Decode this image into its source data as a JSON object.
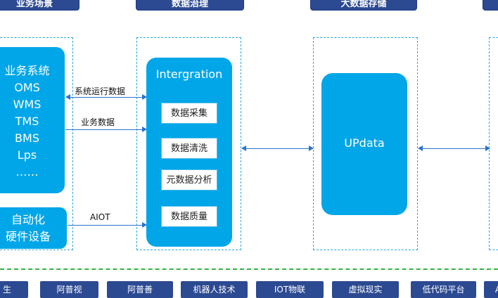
{
  "headers": {
    "business": "业务场景",
    "governance": "数据治理",
    "storage": "大数据存储"
  },
  "business_systems": {
    "title": "业务系统",
    "items": [
      "OMS",
      "WMS",
      "TMS",
      "BMS",
      "Lps",
      "……"
    ]
  },
  "automation": {
    "line1": "自动化",
    "line2": "硬件设备"
  },
  "flows": {
    "system_data": "系统运行数据",
    "business_data": "业务数据",
    "aiot": "AIOT"
  },
  "integration": {
    "title": "Intergration",
    "steps": [
      "数据采集",
      "数据清洗",
      "元数据分析",
      "数据质量"
    ]
  },
  "storage_box": {
    "label": "UPdata"
  },
  "tech_tags": [
    "生",
    "阿普视",
    "阿普善",
    "机器人技术",
    "IOT物联",
    "虚拟现实",
    "低代码平台",
    "A"
  ],
  "colors": {
    "header": "#2c4a92",
    "box_blue": "#00a6e8",
    "dashed": "#2aa6e0",
    "base_line": "#3cb043"
  }
}
